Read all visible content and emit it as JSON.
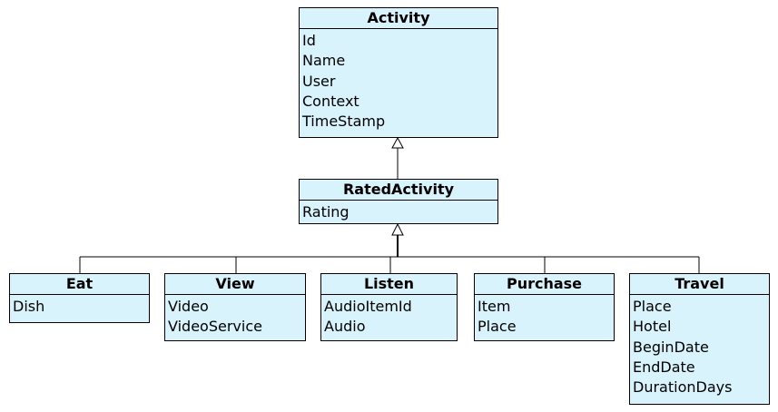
{
  "diagram": {
    "classes": {
      "activity": {
        "name": "Activity",
        "attributes": [
          "Id",
          "Name",
          "User",
          "Context",
          "TimeStamp"
        ]
      },
      "rated_activity": {
        "name": "RatedActivity",
        "attributes": [
          "Rating"
        ]
      },
      "eat": {
        "name": "Eat",
        "attributes": [
          "Dish"
        ]
      },
      "view": {
        "name": "View",
        "attributes": [
          "Video",
          "VideoService"
        ]
      },
      "listen": {
        "name": "Listen",
        "attributes": [
          "AudioItemId",
          "Audio"
        ]
      },
      "purchase": {
        "name": "Purchase",
        "attributes": [
          "Item",
          "Place"
        ]
      },
      "travel": {
        "name": "Travel",
        "attributes": [
          "Place",
          "Hotel",
          "BeginDate",
          "EndDate",
          "DurationDays"
        ]
      }
    },
    "relations": [
      {
        "type": "generalization",
        "from": "rated_activity",
        "to": "activity"
      },
      {
        "type": "generalization",
        "from": "eat",
        "to": "rated_activity"
      },
      {
        "type": "generalization",
        "from": "view",
        "to": "rated_activity"
      },
      {
        "type": "generalization",
        "from": "listen",
        "to": "rated_activity"
      },
      {
        "type": "generalization",
        "from": "purchase",
        "to": "rated_activity"
      },
      {
        "type": "generalization",
        "from": "travel",
        "to": "rated_activity"
      }
    ],
    "colors": {
      "class_fill": "#d8f3fc",
      "stroke": "#000000",
      "background": "#ffffff"
    }
  }
}
